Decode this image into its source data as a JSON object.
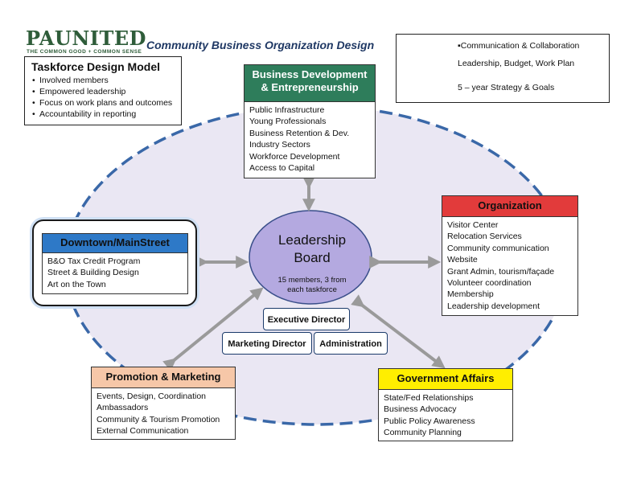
{
  "header": {
    "logo": "PAUNITED",
    "tagline": "THE COMMON GOOD + COMMON SENSE",
    "title": "Community Business Organization Design"
  },
  "design_model": {
    "title": "Taskforce Design Model",
    "items": [
      "Involved members",
      "Empowered leadership",
      "Focus on work plans  and outcomes",
      "Accountability in reporting"
    ]
  },
  "legend": {
    "communication": "Communication & Collaboration",
    "leadership": "Leadership, Budget, Work Plan",
    "strategy": "5 – year Strategy & Goals"
  },
  "leadership_board": {
    "title_line1": "Leadership",
    "title_line2": "Board",
    "subtitle_line1": "15 members, 3 from",
    "subtitle_line2": "each taskforce"
  },
  "staff": {
    "executive": "Executive Director",
    "marketing": "Marketing Director",
    "administration": "Administration"
  },
  "business_development": {
    "title_line1": "Business Development",
    "title_line2": "& Entrepreneurship",
    "items": [
      "Public Infrastructure",
      "Young Professionals",
      "Business Retention & Dev.",
      "Industry Sectors",
      "Workforce Development",
      "Access to Capital"
    ]
  },
  "organization": {
    "title": "Organization",
    "items": [
      "Visitor Center",
      "Relocation Services",
      "Community communication",
      "Website",
      "Grant  Admin, tourism/façade",
      "Volunteer coordination",
      "Membership",
      "Leadership development"
    ]
  },
  "downtown": {
    "title": "Downtown/MainStreet",
    "items": [
      "B&O Tax Credit Program",
      "Street & Building Design",
      "Art on the Town"
    ]
  },
  "promotion": {
    "title": "Promotion & Marketing",
    "items": [
      "Events, Design, Coordination",
      "Ambassadors",
      "Community & Tourism Promotion",
      "External Communication"
    ]
  },
  "government": {
    "title": "Government Affairs",
    "items": [
      "State/Fed Relationships",
      "Business Advocacy",
      "Public Policy Awareness",
      "Community Planning"
    ]
  },
  "colors": {
    "dash_blue": "#3a68a8",
    "arrow_gray": "#9a9a9a",
    "ellipse_fill": "#eae7f3",
    "board_fill": "#b4a9e0",
    "biz_header": "#2e7d5b",
    "org_header": "#e23b3b",
    "downtown_header": "#2e79c7",
    "promo_header": "#f6c7a8",
    "gov_header": "#ffee00"
  }
}
